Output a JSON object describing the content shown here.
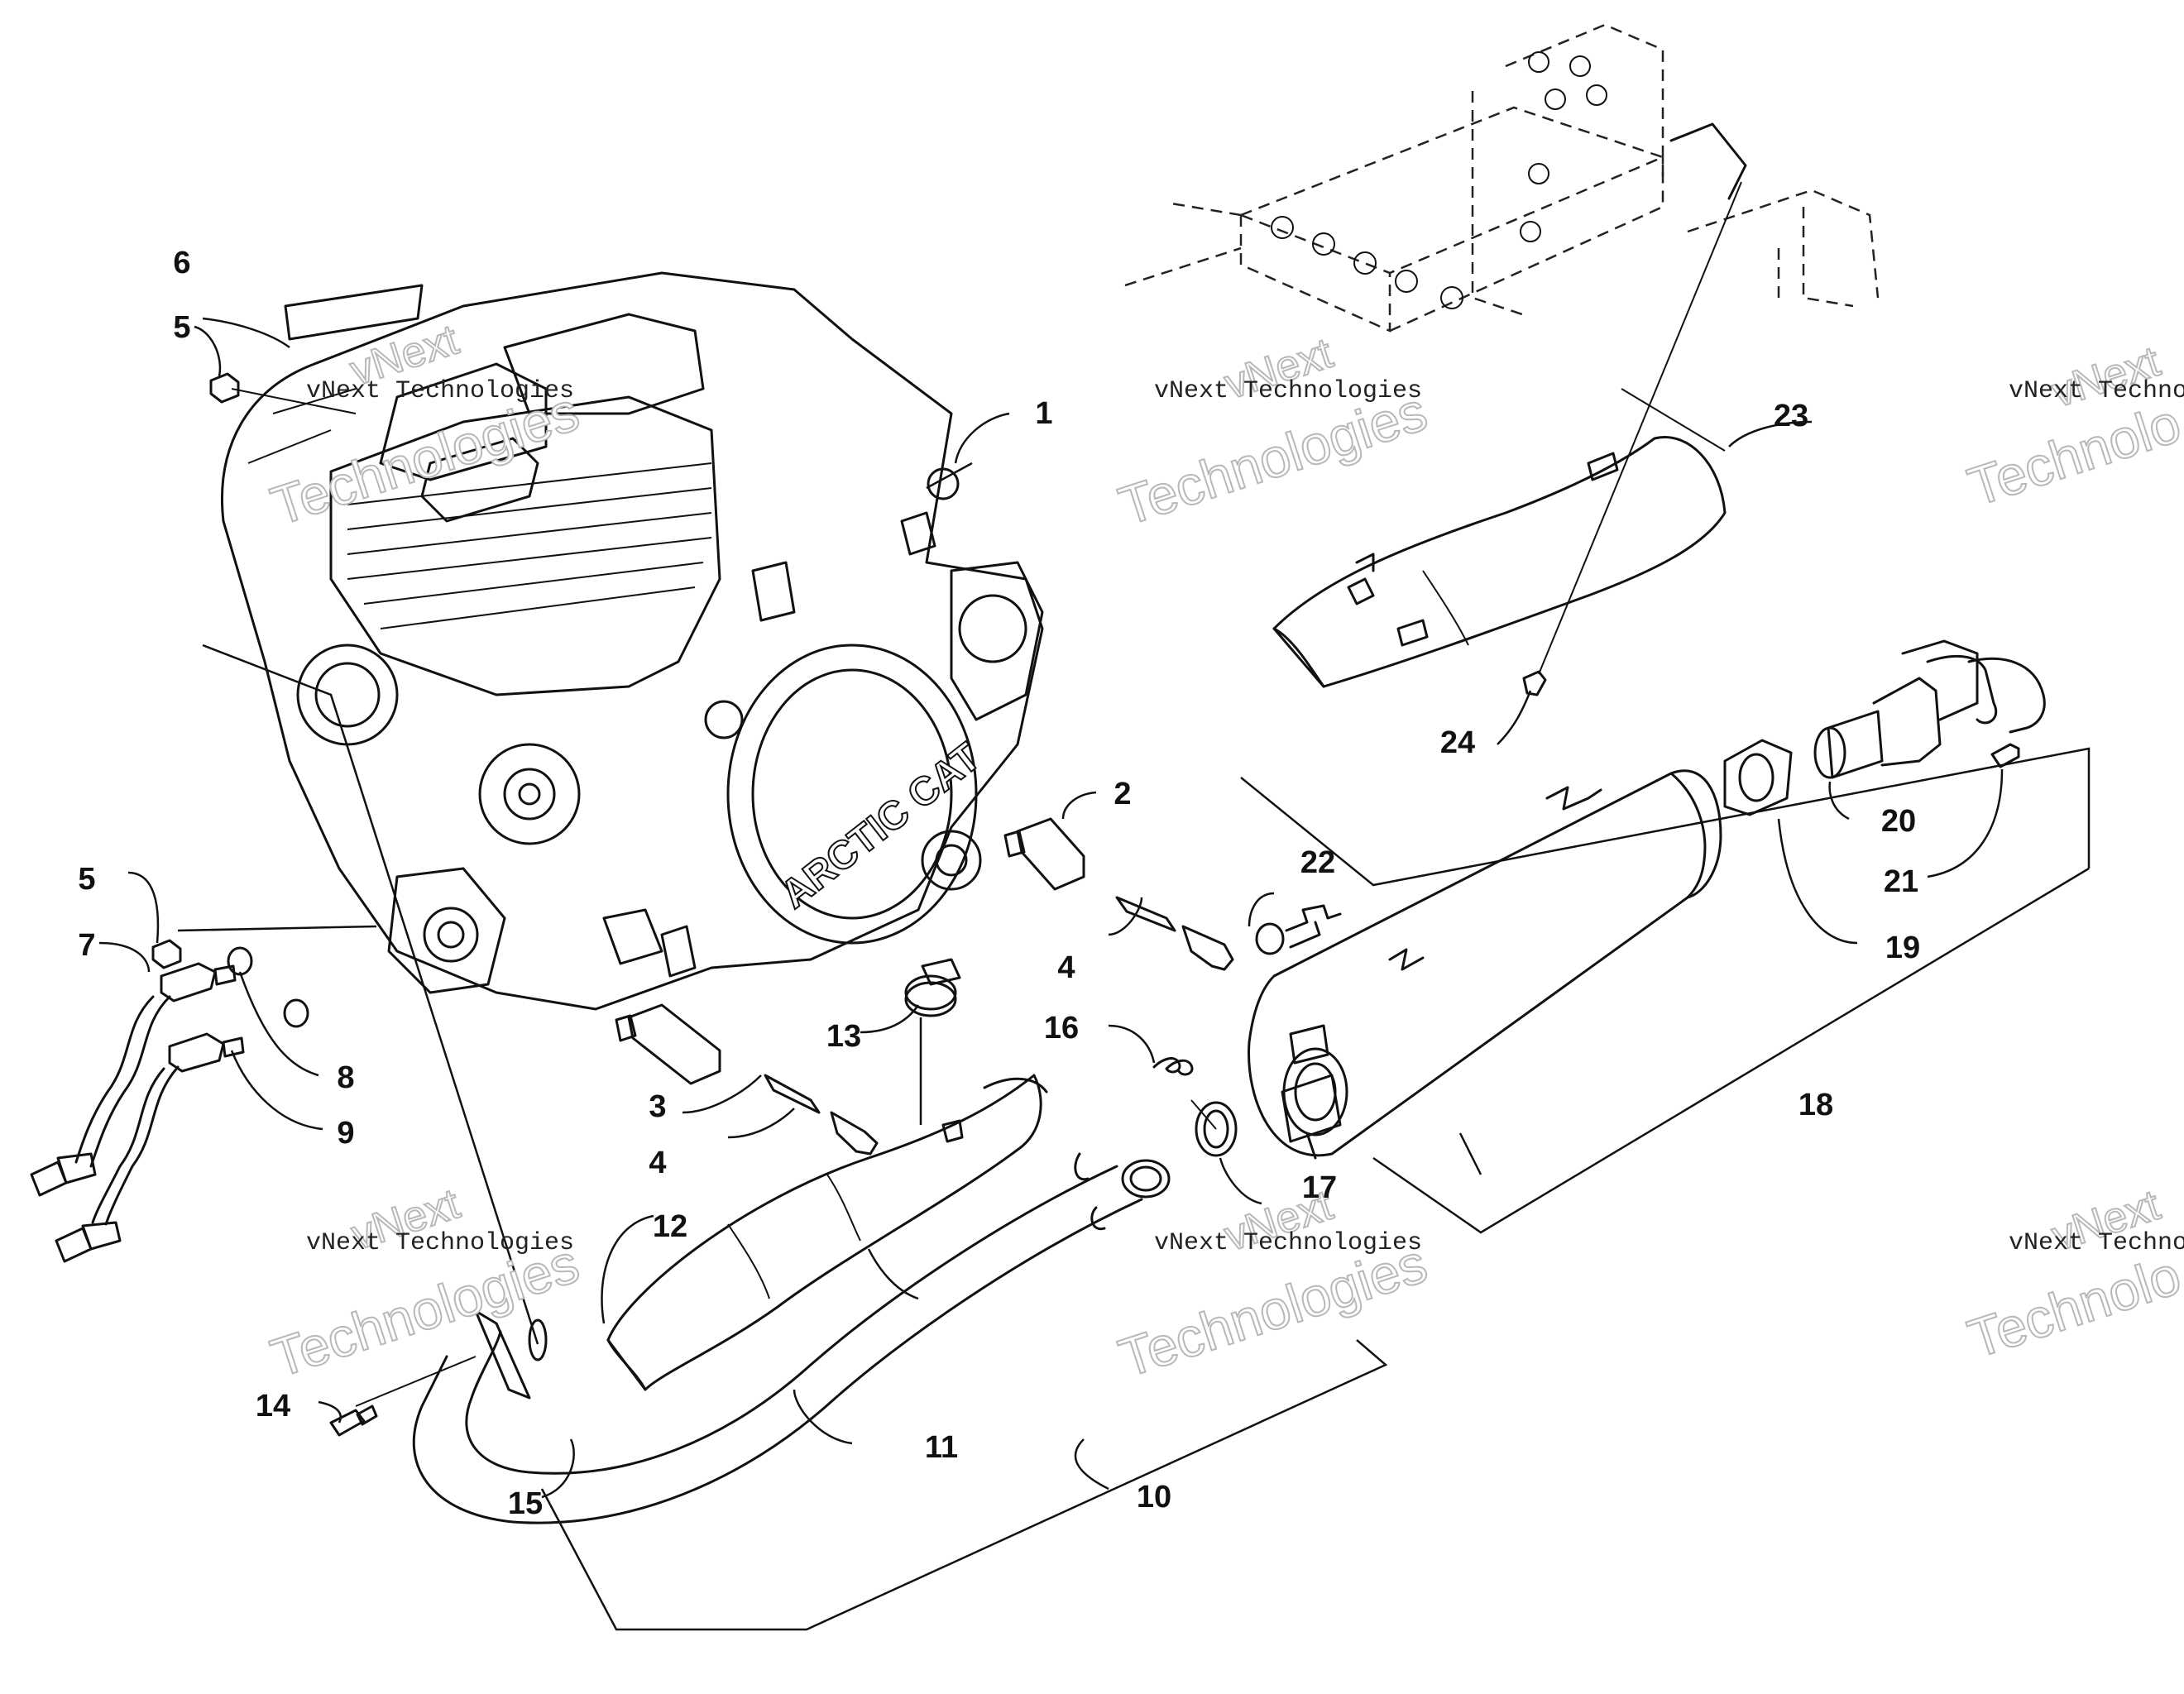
{
  "diagram": {
    "engine_brand": "ARCTIC CAT",
    "callouts": [
      "1",
      "2",
      "3",
      "4",
      "4",
      "5",
      "5",
      "6",
      "7",
      "8",
      "9",
      "10",
      "11",
      "12",
      "13",
      "14",
      "15",
      "16",
      "17",
      "18",
      "19",
      "20",
      "21",
      "22",
      "23",
      "24"
    ]
  },
  "watermark": {
    "line1": "vNext",
    "line2": "vNext Technologies",
    "line3": "Technologies",
    "line2_partial": "vNext Technol",
    "line3_partial": "Technolo"
  }
}
